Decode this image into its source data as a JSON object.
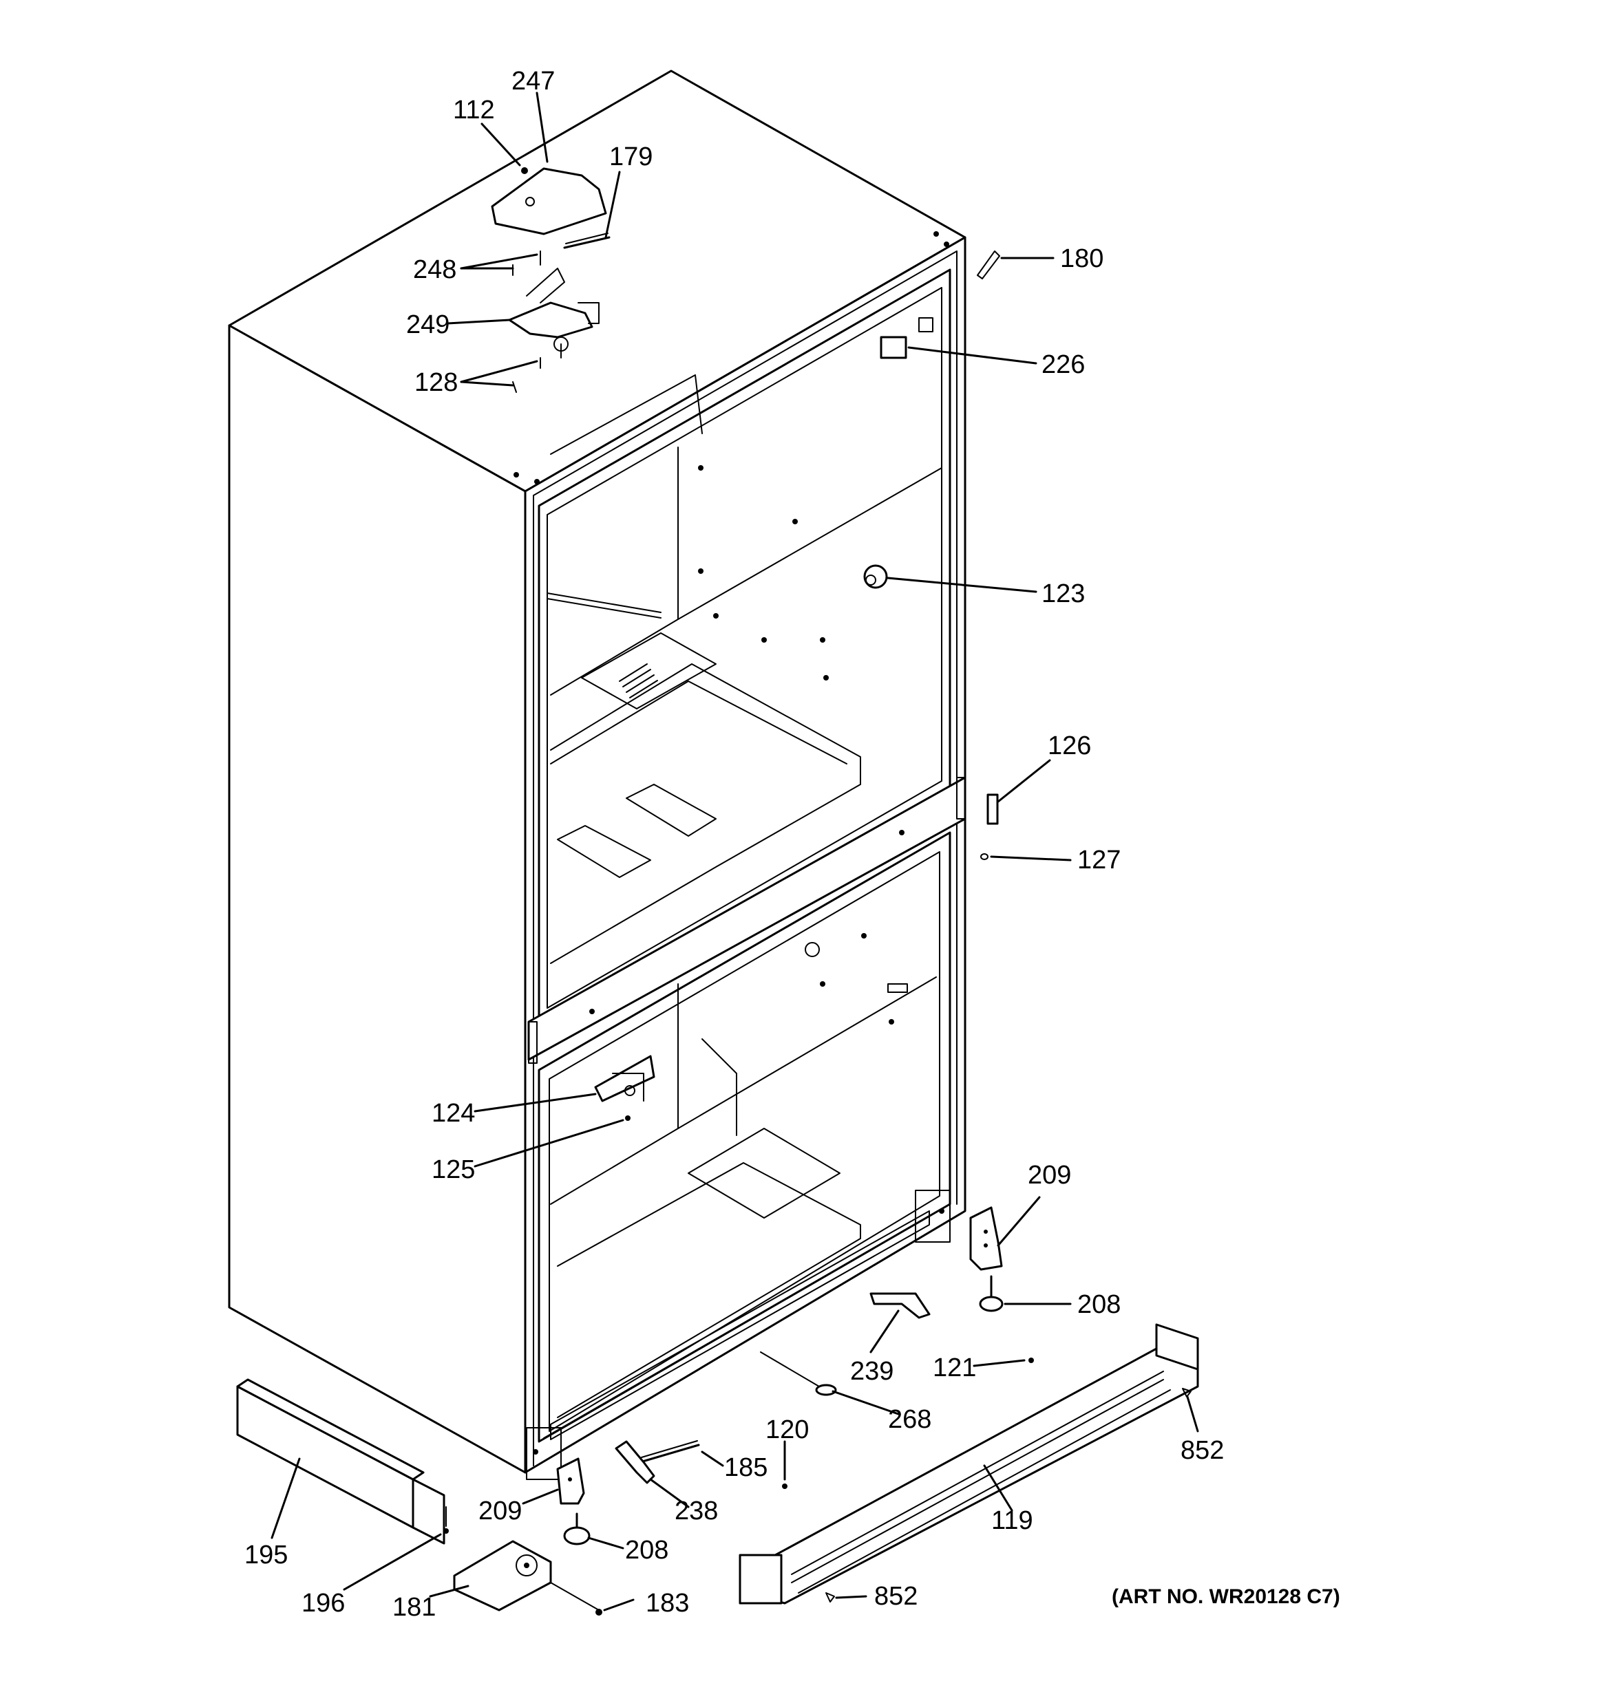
{
  "diagram": {
    "art_number": "(ART NO. WR20128 C7)",
    "callouts": [
      {
        "id": "c112a",
        "label": "112"
      },
      {
        "id": "c247",
        "label": "247"
      },
      {
        "id": "c179",
        "label": "179"
      },
      {
        "id": "c248",
        "label": "248"
      },
      {
        "id": "c249",
        "label": "249"
      },
      {
        "id": "c128",
        "label": "128"
      },
      {
        "id": "c180",
        "label": "180"
      },
      {
        "id": "c226",
        "label": "226"
      },
      {
        "id": "c123",
        "label": "123"
      },
      {
        "id": "c126",
        "label": "126"
      },
      {
        "id": "c127",
        "label": "127"
      },
      {
        "id": "c124",
        "label": "124"
      },
      {
        "id": "c125",
        "label": "125"
      },
      {
        "id": "c209a",
        "label": "209"
      },
      {
        "id": "c208a",
        "label": "208"
      },
      {
        "id": "c239",
        "label": "239"
      },
      {
        "id": "c121",
        "label": "121"
      },
      {
        "id": "c268",
        "label": "268"
      },
      {
        "id": "c852a",
        "label": "852"
      },
      {
        "id": "c185",
        "label": "185"
      },
      {
        "id": "c120",
        "label": "120"
      },
      {
        "id": "c238",
        "label": "238"
      },
      {
        "id": "c209b",
        "label": "209"
      },
      {
        "id": "c195",
        "label": "195"
      },
      {
        "id": "c208b",
        "label": "208"
      },
      {
        "id": "c119",
        "label": "119"
      },
      {
        "id": "c196",
        "label": "196"
      },
      {
        "id": "c181",
        "label": "181"
      },
      {
        "id": "c183",
        "label": "183"
      },
      {
        "id": "c852b",
        "label": "852"
      }
    ]
  }
}
